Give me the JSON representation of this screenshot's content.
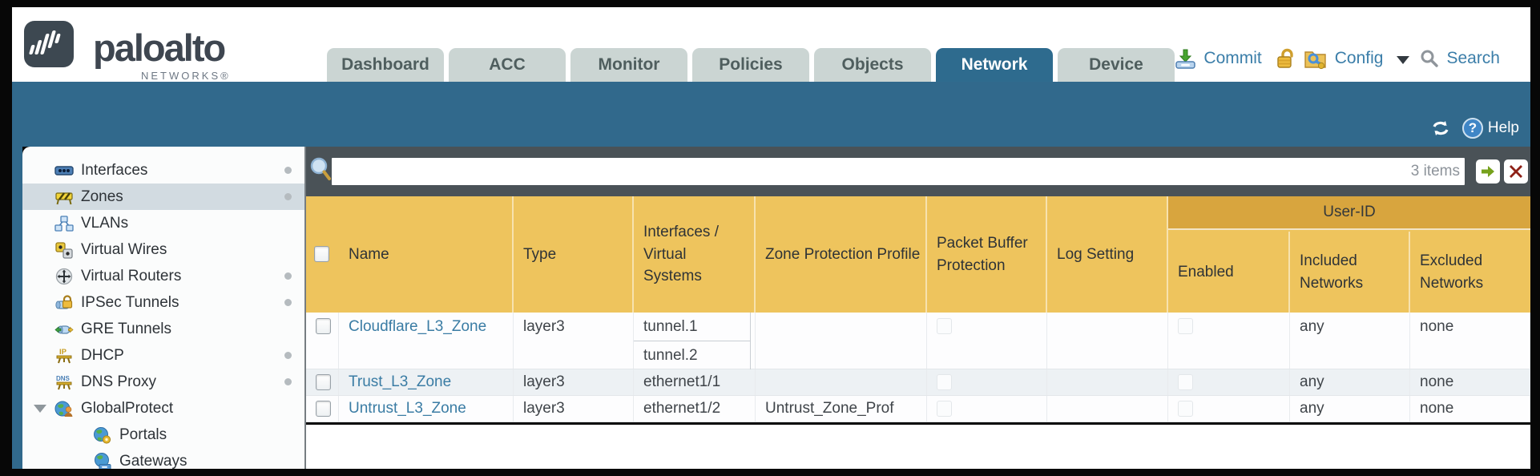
{
  "window": {
    "brand": "paloalto",
    "brand_sub": "NETWORKS®"
  },
  "tabs": {
    "items": [
      "Dashboard",
      "ACC",
      "Monitor",
      "Policies",
      "Objects",
      "Network",
      "Device"
    ],
    "active": "Network"
  },
  "actions": {
    "commit": "Commit",
    "config": "Config",
    "search": "Search"
  },
  "toolbar": {
    "help": "Help",
    "help_symbol": "?"
  },
  "sidebar": {
    "items": [
      {
        "label": "Interfaces",
        "icon": "interfaces-icon",
        "dot": true
      },
      {
        "label": "Zones",
        "icon": "zones-icon",
        "dot": true,
        "selected": true
      },
      {
        "label": "VLANs",
        "icon": "vlans-icon"
      },
      {
        "label": "Virtual Wires",
        "icon": "virtual-wires-icon"
      },
      {
        "label": "Virtual Routers",
        "icon": "virtual-routers-icon",
        "dot": true
      },
      {
        "label": "IPSec Tunnels",
        "icon": "ipsec-tunnels-icon",
        "dot": true
      },
      {
        "label": "GRE Tunnels",
        "icon": "gre-tunnels-icon"
      },
      {
        "label": "DHCP",
        "icon": "dhcp-icon",
        "dot": true
      },
      {
        "label": "DNS Proxy",
        "icon": "dns-proxy-icon",
        "dot": true
      },
      {
        "label": "GlobalProtect",
        "icon": "globalprotect-icon",
        "expanded": true
      },
      {
        "label": "Portals",
        "icon": "portals-icon",
        "child": true
      },
      {
        "label": "Gateways",
        "icon": "gateways-icon",
        "child": true
      }
    ]
  },
  "filter": {
    "count": "3 items"
  },
  "table": {
    "group_header": "User-ID",
    "columns": {
      "name": "Name",
      "type": "Type",
      "interfaces": "Interfaces / Virtual Systems",
      "zone_protection": "Zone Protection Profile",
      "packet_buffer": "Packet Buffer Protection",
      "log_setting": "Log Setting",
      "enabled": "Enabled",
      "included": "Included Networks",
      "excluded": "Excluded Networks"
    },
    "rows": [
      {
        "name": "Cloudflare_L3_Zone",
        "type": "layer3",
        "interfaces": [
          "tunnel.1",
          "tunnel.2"
        ],
        "zone_protection": "",
        "log_setting": "",
        "included": "any",
        "excluded": "none"
      },
      {
        "name": "Trust_L3_Zone",
        "type": "layer3",
        "interfaces": [
          "ethernet1/1"
        ],
        "zone_protection": "",
        "log_setting": "",
        "included": "any",
        "excluded": "none"
      },
      {
        "name": "Untrust_L3_Zone",
        "type": "layer3",
        "interfaces": [
          "ethernet1/2"
        ],
        "zone_protection": "Untrust_Zone_Prof",
        "log_setting": "",
        "included": "any",
        "excluded": "none"
      }
    ]
  },
  "colors": {
    "teal_band": "#31698c",
    "slate_bar": "#4a5257",
    "header_orange": "#eec45d",
    "group_orange": "#d8a53e",
    "link_blue": "#3a7ca4",
    "action_blue": "#3b7ea9",
    "tab_inactive": "#cbd5d3",
    "selected_row": "#d2dbe1"
  }
}
